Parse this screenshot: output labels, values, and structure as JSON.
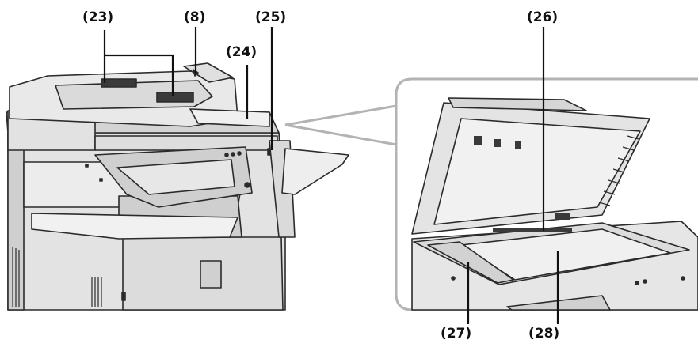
{
  "callouts": {
    "c23": "(23)",
    "c8": "(8)",
    "c25": "(25)",
    "c24": "(24)",
    "c26": "(26)",
    "c27": "(27)",
    "c28": "(28)"
  },
  "colors": {
    "body": "#e9e9e9",
    "panel": "#d6d6d6",
    "shadow": "#b9b9b9",
    "outline": "#2b2b2b",
    "glass": "#ececec",
    "inset_frame": "#b3b3b3"
  }
}
